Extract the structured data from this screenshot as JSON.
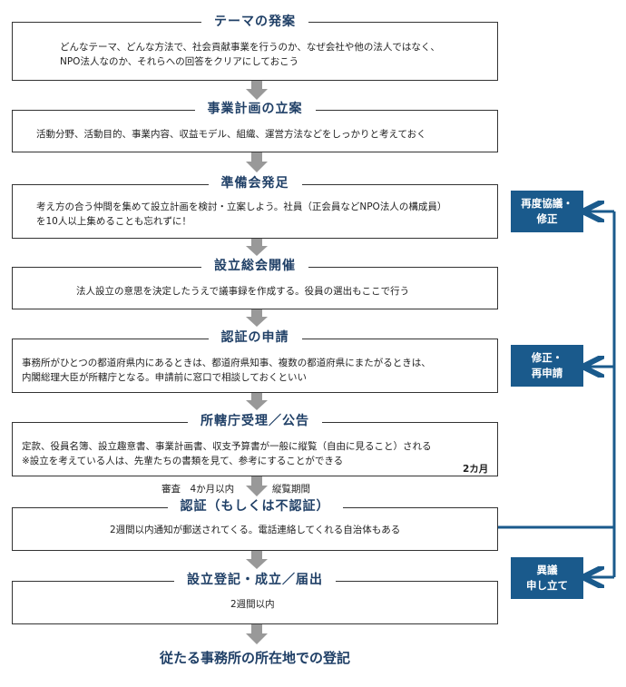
{
  "steps": [
    {
      "title": "テーマの発案",
      "text": "どんなテーマ、どんな方法で、社会貢献事業を行うのか、なぜ会社や他の法人ではなく、\nNPO法人なのか、それらへの回答をクリアにしておこう"
    },
    {
      "title": "事業計画の立案",
      "text": "活動分野、活動目的、事業内容、収益モデル、組織、運営方法などをしっかりと考えておく"
    },
    {
      "title": "準備会発足",
      "text": "考え方の合う仲間を集めて設立計画を検討・立案しよう。社員（正会員などNPO法人の構成員）\nを10人以上集めることも忘れずに！"
    },
    {
      "title": "設立総会開催",
      "text": "法人設立の意思を決定したうえで議事録を作成する。役員の選出もここで行う"
    },
    {
      "title": "認証の申請",
      "text": "事務所がひとつの都道府県内にあるときは、都道府県知事、複数の都道府県にまたがるときは、\n内閣総理大臣が所轄庁となる。申請前に窓口で相談しておくといい"
    },
    {
      "title": "所轄庁受理／公告",
      "text": "定款、役員名簿、設立趣意書、事業計画書、収支予算書が一般に縦覧（自由に見ること）される\n※設立を考えている人は、先輩たちの書類を見て、参考にすることができる",
      "period": "2カ月"
    },
    {
      "title": "認証（もしくは不認証）",
      "text": "2週間以内通知が郵送されてくる。電話連絡してくれる自治体もある"
    },
    {
      "title": "設立登記・成立／届出",
      "text": "2週間以内"
    }
  ],
  "review_note": {
    "left": "審査　4か月以内",
    "right": "縦覧期間"
  },
  "final": "従たる事務所の所在地での登記",
  "side_buttons": [
    {
      "label": "再度協議・\n修正"
    },
    {
      "label": "修正・\n再申請"
    },
    {
      "label": "異議\n申し立て"
    }
  ],
  "colors": {
    "accent": "#1a5a8c",
    "title": "#1f3f66",
    "arrow": "#999999"
  }
}
